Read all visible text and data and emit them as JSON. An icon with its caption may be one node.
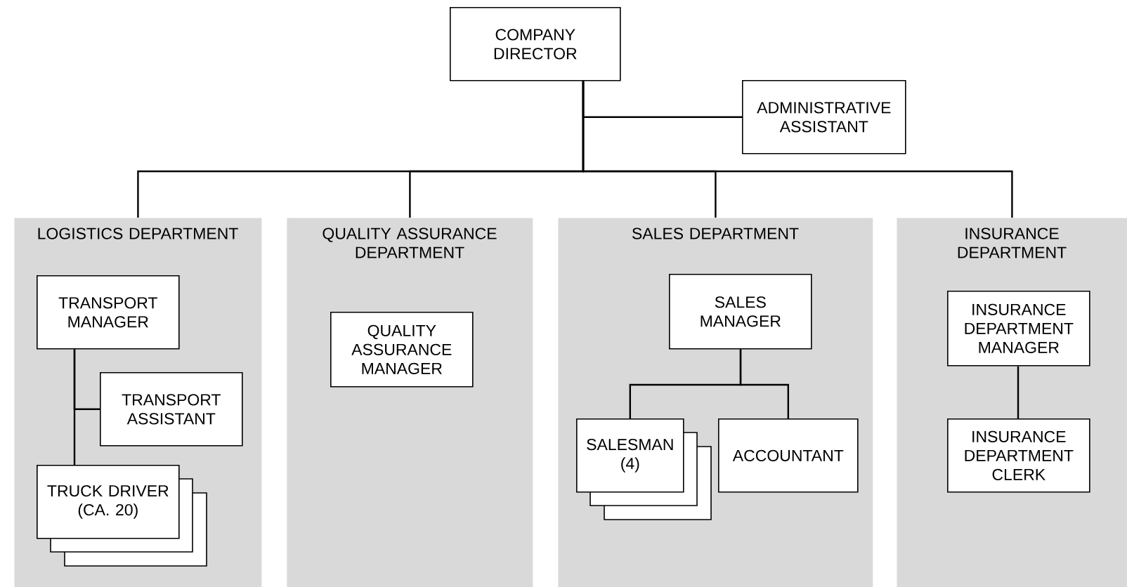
{
  "diagram": {
    "nodes": [
      {
        "text": [
          "COMPANY DIRECTOR"
        ]
      },
      {
        "text": [
          "ADMINISTRATIVE ASSISTANT"
        ]
      },
      {
        "text": [
          "LOGISTICS DEPARTMENT"
        ]
      },
      {
        "text": [
          "TRANSPORT MANAGER"
        ],
        "in": 2
      },
      {
        "text": [
          "TRANSPORT ASSISTANT"
        ],
        "in": 2
      },
      {
        "text": [
          "TRUCK DRIVER (CA. 20)"
        ],
        "in": 2
      },
      {
        "text": [
          "QUALITY ASSURANCE DEPARTMENT"
        ]
      },
      {
        "text": [
          "QUALITY ASSURANCE MANAGER"
        ],
        "in": 6
      },
      {
        "text": [
          "SALES DEPARTMENT"
        ]
      },
      {
        "text": [
          "SALES MANAGER"
        ],
        "in": 8
      },
      {
        "text": [
          "SALESMAN (4)"
        ],
        "in": 8
      },
      {
        "text": [
          "ACCOUNTANT"
        ],
        "in": 8
      },
      {
        "text": [
          "INSURANCE DEPARTMENT"
        ]
      },
      {
        "text": [
          "INSURANCE DEPARTMENT MANAGER"
        ],
        "in": 12
      },
      {
        "text": [
          "INSURANCE DEPARTMENT CLERK"
        ],
        "in": 12
      }
    ],
    "edges": [
      {
        "from": 0,
        "to": 1,
        "arrow": "none"
      },
      {
        "from": 0,
        "to": 2,
        "arrow": "none"
      },
      {
        "from": 0,
        "to": 6,
        "arrow": "none"
      },
      {
        "from": 0,
        "to": 8,
        "arrow": "none"
      },
      {
        "from": 0,
        "to": 12,
        "arrow": "none"
      },
      {
        "from": 3,
        "to": 4,
        "arrow": "none"
      },
      {
        "from": 3,
        "to": 5,
        "arrow": "none"
      },
      {
        "from": 9,
        "to": 10,
        "arrow": "none"
      },
      {
        "from": 9,
        "to": 11,
        "arrow": "none"
      },
      {
        "from": 13,
        "to": 14,
        "arrow": "none"
      }
    ]
  }
}
